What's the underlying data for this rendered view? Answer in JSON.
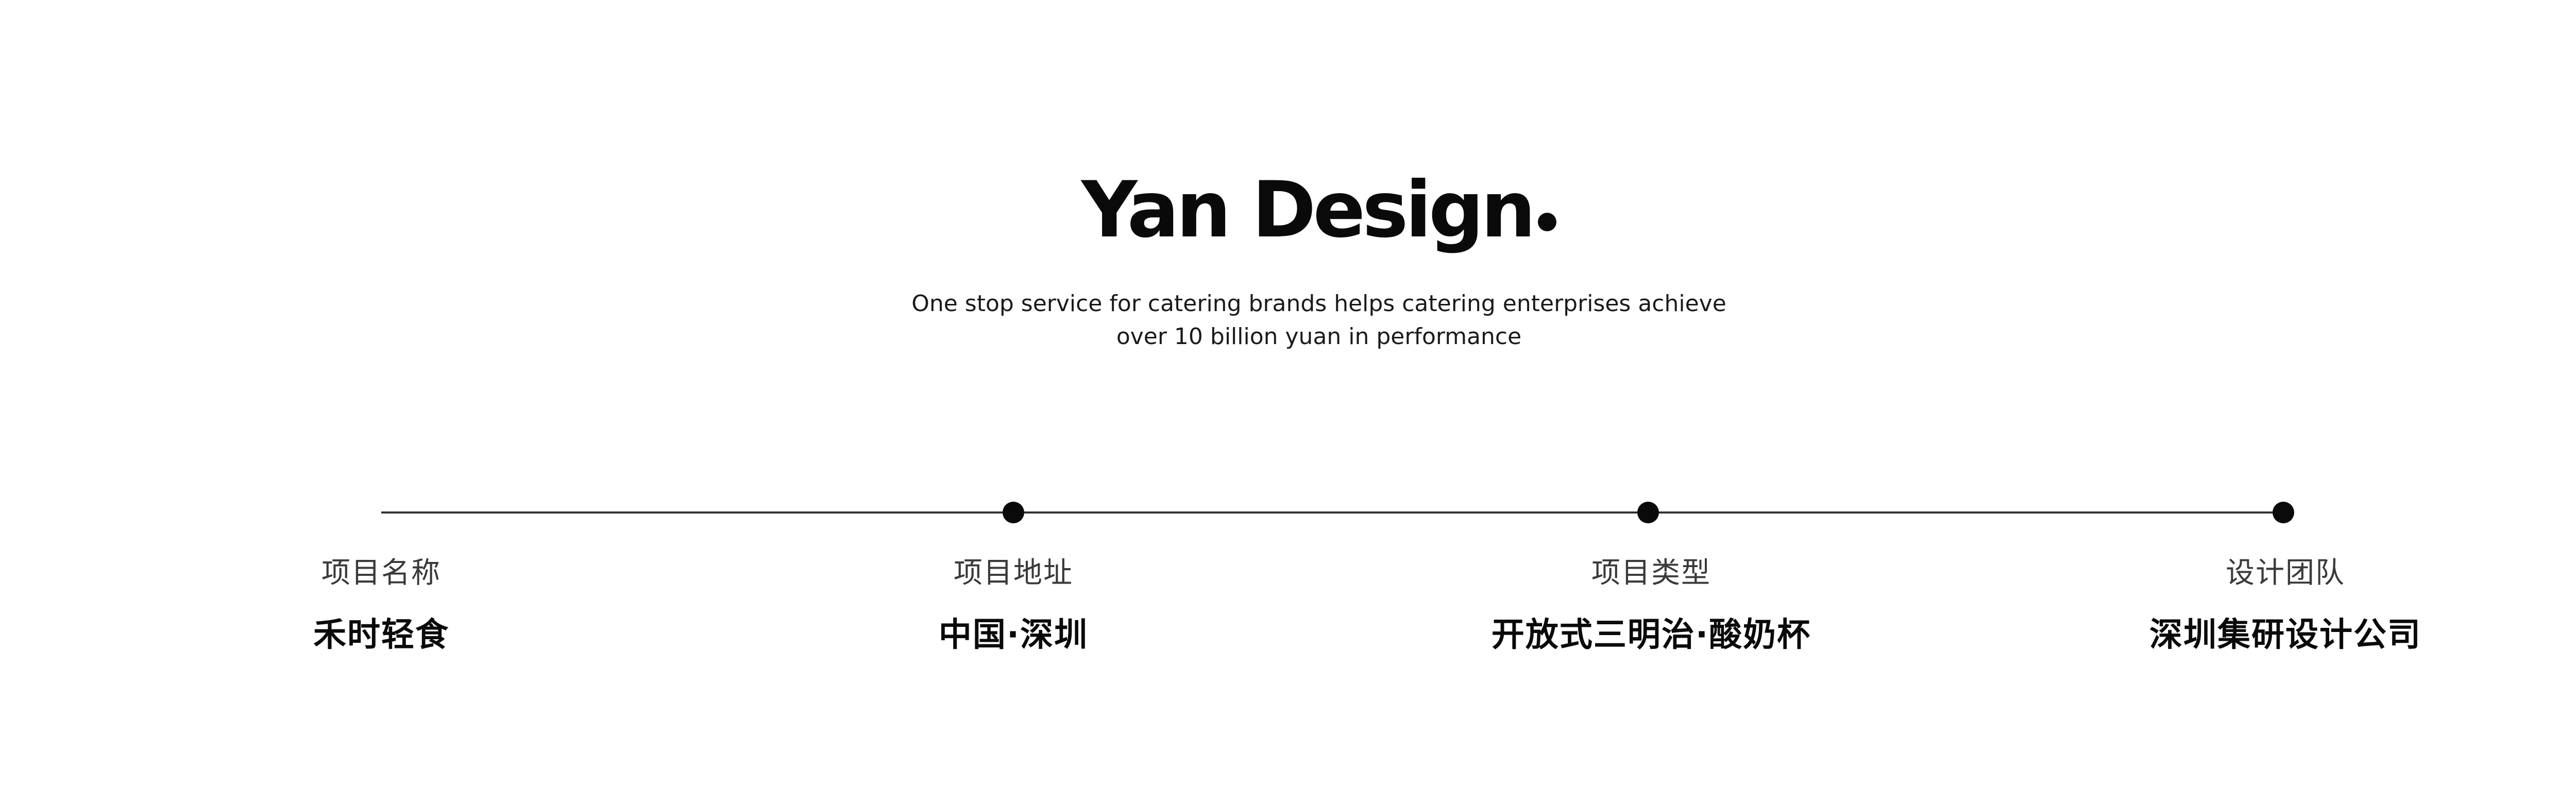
{
  "brand": {
    "name": "Yan Design"
  },
  "tagline": {
    "line1": "One stop service for catering brands helps catering enterprises achieve",
    "line2": "over 10 billion yuan in performance"
  },
  "project": {
    "items": [
      {
        "label": "项目名称",
        "value": "禾时轻食"
      },
      {
        "label": "项目地址",
        "value": "中国·深圳"
      },
      {
        "label": "项目类型",
        "value": "开放式三明治·酸奶杯"
      },
      {
        "label": "设计团队",
        "value": "深圳集研设计公司"
      }
    ]
  },
  "colors": {
    "text": "#0a0a0a",
    "line": "#333333",
    "background": "#ffffff"
  }
}
